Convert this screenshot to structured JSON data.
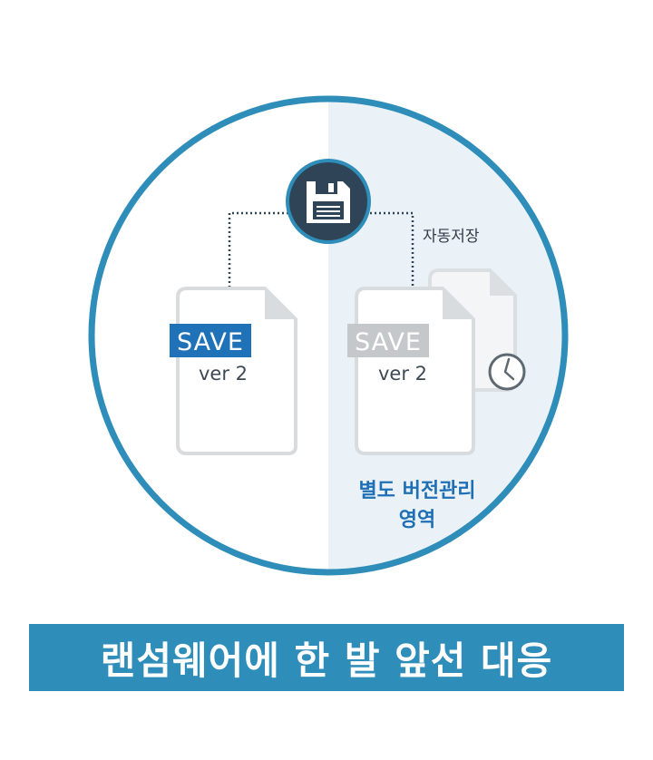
{
  "diagram": {
    "save_label": "SAVE",
    "version_label": "ver 2",
    "auto_save_label": "자동저장",
    "version_area_line1": "별도 버전관리",
    "version_area_line2": "영역"
  },
  "banner": {
    "text": "랜섬웨어에 한 발 앞선 대응"
  },
  "colors": {
    "ring": "#2f8db9",
    "right_panel": "#eaf2f8",
    "save_tag": "#1f72b8",
    "save_tag_gray": "#c5c8cb",
    "disk_icon_bg": "#2f4557",
    "disk_icon_border": "#2f8db9",
    "accent_text": "#1e6fb5",
    "banner_bg": "#2f8db9"
  }
}
